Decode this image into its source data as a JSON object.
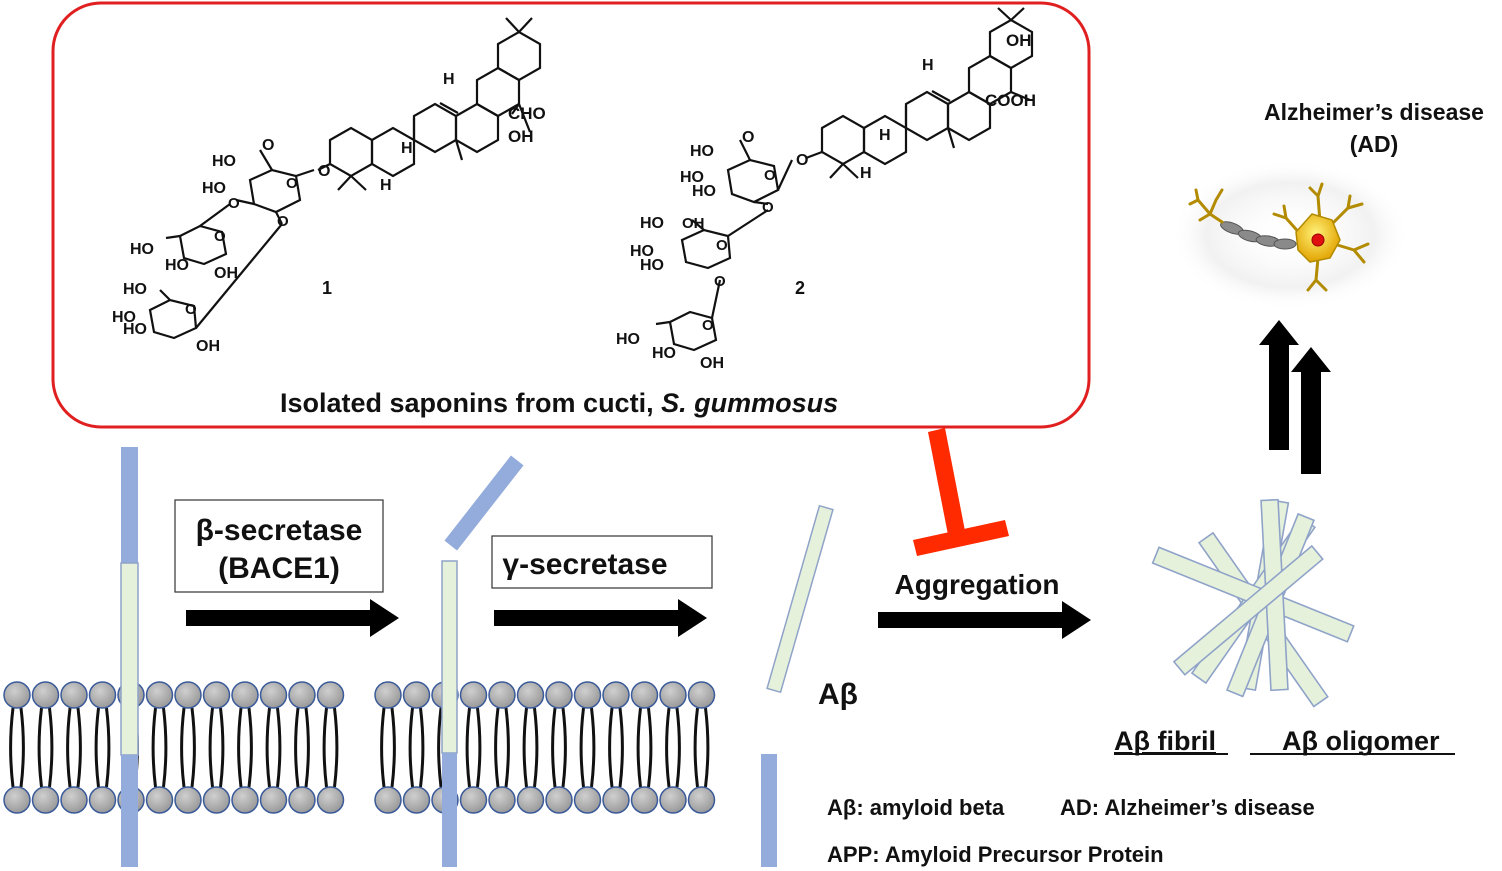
{
  "saponin_box": {
    "caption_main": "Isolated saponins from cucti, ",
    "caption_species": "S. gummosus",
    "compound_1": {
      "number": "1",
      "atoms": [
        "H",
        "CHO",
        "OH",
        "H",
        "H",
        "HO",
        "HO",
        "HO",
        "HO",
        "OH",
        "HO",
        "HO",
        "HO",
        "OH",
        "O",
        "O",
        "O",
        "O",
        "O",
        "O",
        "O"
      ]
    },
    "compound_2": {
      "number": "2",
      "atoms": [
        "OH",
        "H",
        "COOH",
        "H",
        "H",
        "HO",
        "HO",
        "HO",
        "HO",
        "HO",
        "HO",
        "OH",
        "HO",
        "HO",
        "O",
        "O",
        "O",
        "O",
        "O",
        "O",
        "O",
        "OH"
      ]
    },
    "border_color": "#e02020"
  },
  "pathway": {
    "beta_secretase_line1": "β-secretase",
    "beta_secretase_line2": "(BACE1)",
    "gamma_secretase": "γ-secretase",
    "abeta_label": "Aβ",
    "aggregation": "Aggregation",
    "fibril_label": "Aβ fibril",
    "oligomer_label": "Aβ oligomer",
    "disease_line1": "Alzheimer’s disease",
    "disease_line2": "(AD)",
    "inhibitor_color": "#ff2a00",
    "app_color": "#93acdc",
    "abeta_color": "#e6f1dc"
  },
  "legend": {
    "abbrev_abeta": "Aβ: amyloid beta",
    "abbrev_ad": "AD: Alzheimer’s disease",
    "abbrev_app": "APP: Amyloid Precursor Protein"
  },
  "icons": [
    "neuron-icon",
    "lipid-bilayer",
    "inhibition-icon",
    "arrow-icon"
  ]
}
